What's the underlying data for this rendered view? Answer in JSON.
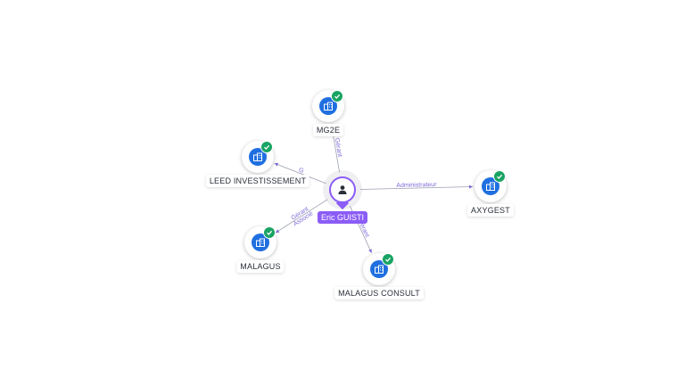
{
  "center": {
    "name": "Eric GUISTI",
    "icon": "person-icon",
    "color": "#8b5cf6"
  },
  "companies": [
    {
      "id": "mg2e",
      "name": "MG2E",
      "verified": true
    },
    {
      "id": "leed",
      "name": "LEED INVESTISSEMENT",
      "verified": true
    },
    {
      "id": "axygest",
      "name": "AXYGEST",
      "verified": true
    },
    {
      "id": "malagus",
      "name": "MALAGUS",
      "verified": true
    },
    {
      "id": "malagus-consult",
      "name": "MALAGUS CONSULT",
      "verified": true
    }
  ],
  "relations": [
    {
      "target": "mg2e",
      "label": "Gérant"
    },
    {
      "target": "leed",
      "label": "G"
    },
    {
      "target": "axygest",
      "label": "Administrateur"
    },
    {
      "target": "malagus",
      "label": "Gérant",
      "label2": "Associé"
    },
    {
      "target": "malagus-consult",
      "label": "Gérant"
    }
  ],
  "colors": {
    "company": "#1f6fe0",
    "verified": "#19a463",
    "edge": "#7c6ad8",
    "edge_line": "#9aa0b0"
  }
}
